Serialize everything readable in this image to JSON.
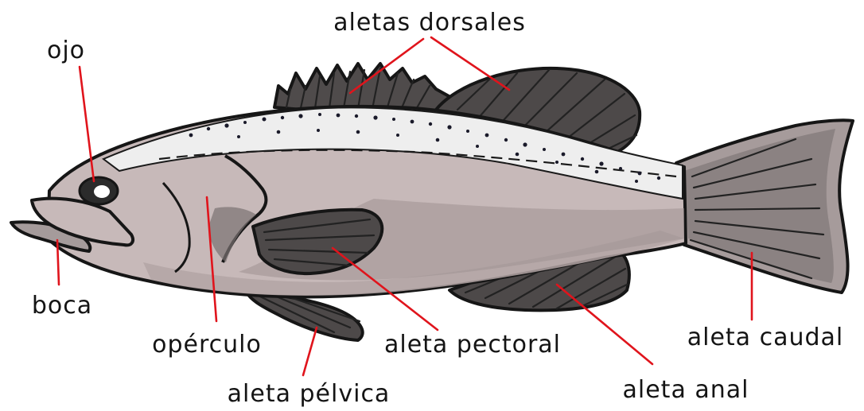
{
  "diagram": {
    "labels": {
      "dorsal": "aletas dorsales",
      "eye": "ojo",
      "mouth": "boca",
      "operculum": "opérculo",
      "pelvic": "aleta pélvica",
      "pectoral": "aleta pectoral",
      "anal": "aleta anal",
      "caudal": "aleta caudal"
    },
    "colors": {
      "leader": "#e0141c",
      "body": "#c7b9b9",
      "belly": "#b3a5a5",
      "back_stripe": "#eeeeee",
      "fin": "#545050",
      "outline": "#161616"
    }
  }
}
